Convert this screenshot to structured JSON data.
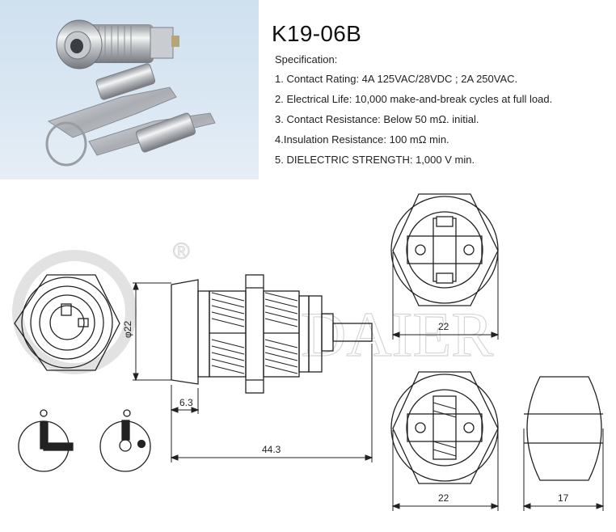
{
  "product": {
    "model": "K19-06B"
  },
  "specification": {
    "heading": "Specification:",
    "items": [
      "1. Contact Rating: 4A 125VAC/28VDC ; 2A 250VAC.",
      "2. Electrical Life: 10,000 make-and-break cycles at full load.",
      "3. Contact Resistance: Below 50 mΩ. initial.",
      "4.Insulation Resistance: 100 mΩ min.",
      "5. DIELECTRIC STRENGTH: 1,000 V min."
    ]
  },
  "watermark": {
    "text": "DAIER",
    "registered": "®"
  },
  "dimensions": {
    "diameter": "φ22",
    "front_length": "6.3",
    "total_length": "44.3",
    "rear_width_top": "22",
    "rear_width_bottom": "22",
    "side_width": "17"
  },
  "colors": {
    "photo_background": "#d6e5f2",
    "line": "#222222"
  }
}
